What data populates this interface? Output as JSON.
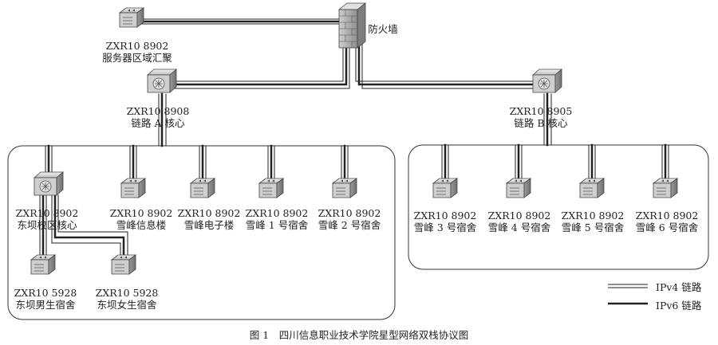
{
  "firewall": {
    "label": "防火墙"
  },
  "server_agg": {
    "model": "ZXR10 8902",
    "role": "服务器区域汇聚"
  },
  "core_a": {
    "model": "ZXR10 8908",
    "role": "链路 A 核心"
  },
  "core_b": {
    "model": "ZXR10 8905",
    "role": "链路 B 核心"
  },
  "group_a": [
    {
      "model": "ZXR10 8902",
      "role": "东坝校区核心"
    },
    {
      "model": "ZXR10 8902",
      "role": "雪峰信息楼"
    },
    {
      "model": "ZXR10 8902",
      "role": "雪峰电子楼"
    },
    {
      "model": "ZXR10 8902",
      "role": "雪峰 1 号宿舍"
    },
    {
      "model": "ZXR10 8902",
      "role": "雪峰 2 号宿舍"
    }
  ],
  "dongba_access": [
    {
      "model": "ZXR10 5928",
      "role": "东坝男生宿舍"
    },
    {
      "model": "ZXR10 5928",
      "role": "东坝女生宿舍"
    }
  ],
  "group_b": [
    {
      "model": "ZXR10 8902",
      "role": "雪峰 3 号宿舍"
    },
    {
      "model": "ZXR10 8902",
      "role": "雪峰 4 号宿舍"
    },
    {
      "model": "ZXR10 8902",
      "role": "雪峰 5 号宿舍"
    },
    {
      "model": "ZXR10 8902",
      "role": "雪峰 6 号宿舍"
    }
  ],
  "legend": {
    "ipv4": "IPv4 链路",
    "ipv6": "IPv6 链路"
  },
  "caption": "图 1　四川信息职业技术学院星型网络双栈协议图"
}
